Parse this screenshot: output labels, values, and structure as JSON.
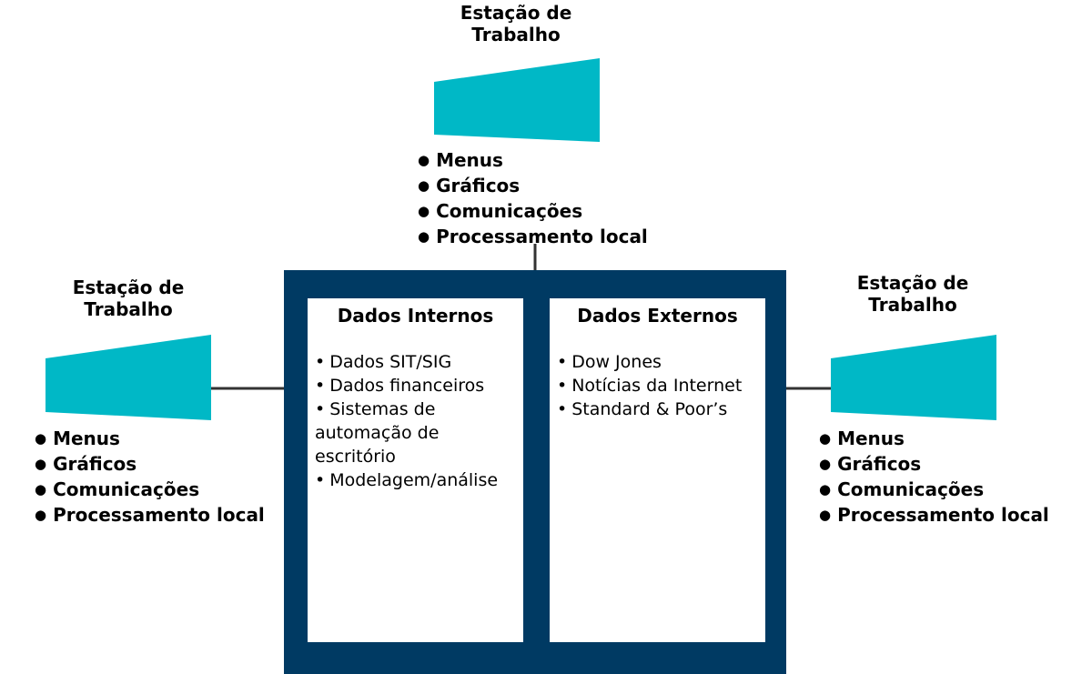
{
  "colors": {
    "workstation": "#00b8c6",
    "server": "#003a63",
    "connector": "#333333"
  },
  "workstations": {
    "top": {
      "title_line1": "Estação de",
      "title_line2": "Trabalho",
      "features": [
        "Menus",
        "Gráficos",
        "Comunicações",
        "Processamento local"
      ]
    },
    "left": {
      "title_line1": "Estação de",
      "title_line2": "Trabalho",
      "features": [
        "Menus",
        "Gráficos",
        "Comunicações",
        "Processamento local"
      ]
    },
    "right": {
      "title_line1": "Estação de",
      "title_line2": "Trabalho",
      "features": [
        "Menus",
        "Gráficos",
        "Comunicações",
        "Processamento local"
      ]
    }
  },
  "server": {
    "internal": {
      "title": "Dados Internos",
      "items": [
        "Dados SIT/SIG",
        "Dados financeiros",
        "Sistemas de automação de escritório",
        "Modelagem/análise"
      ]
    },
    "external": {
      "title": "Dados Externos",
      "items": [
        "Dow Jones",
        "Notícias da Internet",
        "Standard & Poor’s"
      ]
    }
  }
}
